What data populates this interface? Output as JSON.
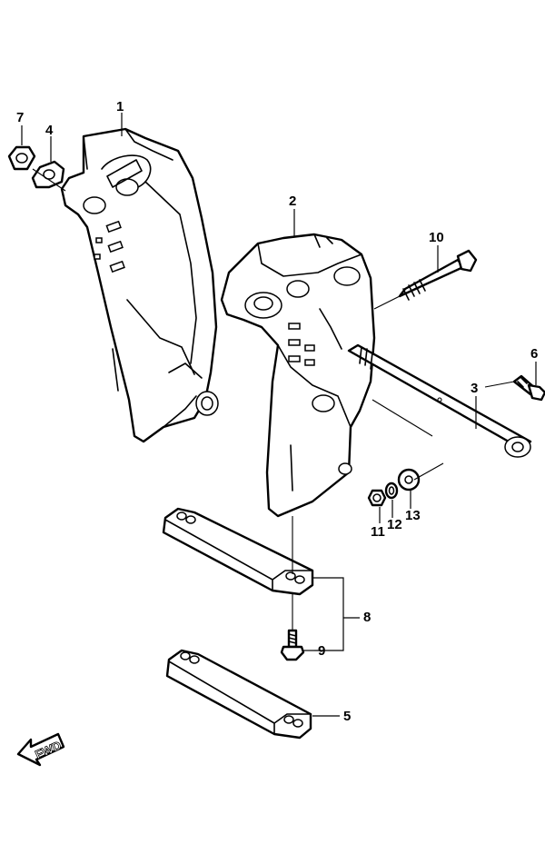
{
  "callouts": {
    "c1": "1",
    "c2": "2",
    "c3": "3",
    "c4": "4",
    "c5": "5",
    "c6": "6",
    "c7": "7",
    "c8": "8",
    "c9": "9",
    "c10": "10",
    "c11": "11",
    "c12": "12",
    "c13": "13"
  },
  "direction_label": "FWD"
}
